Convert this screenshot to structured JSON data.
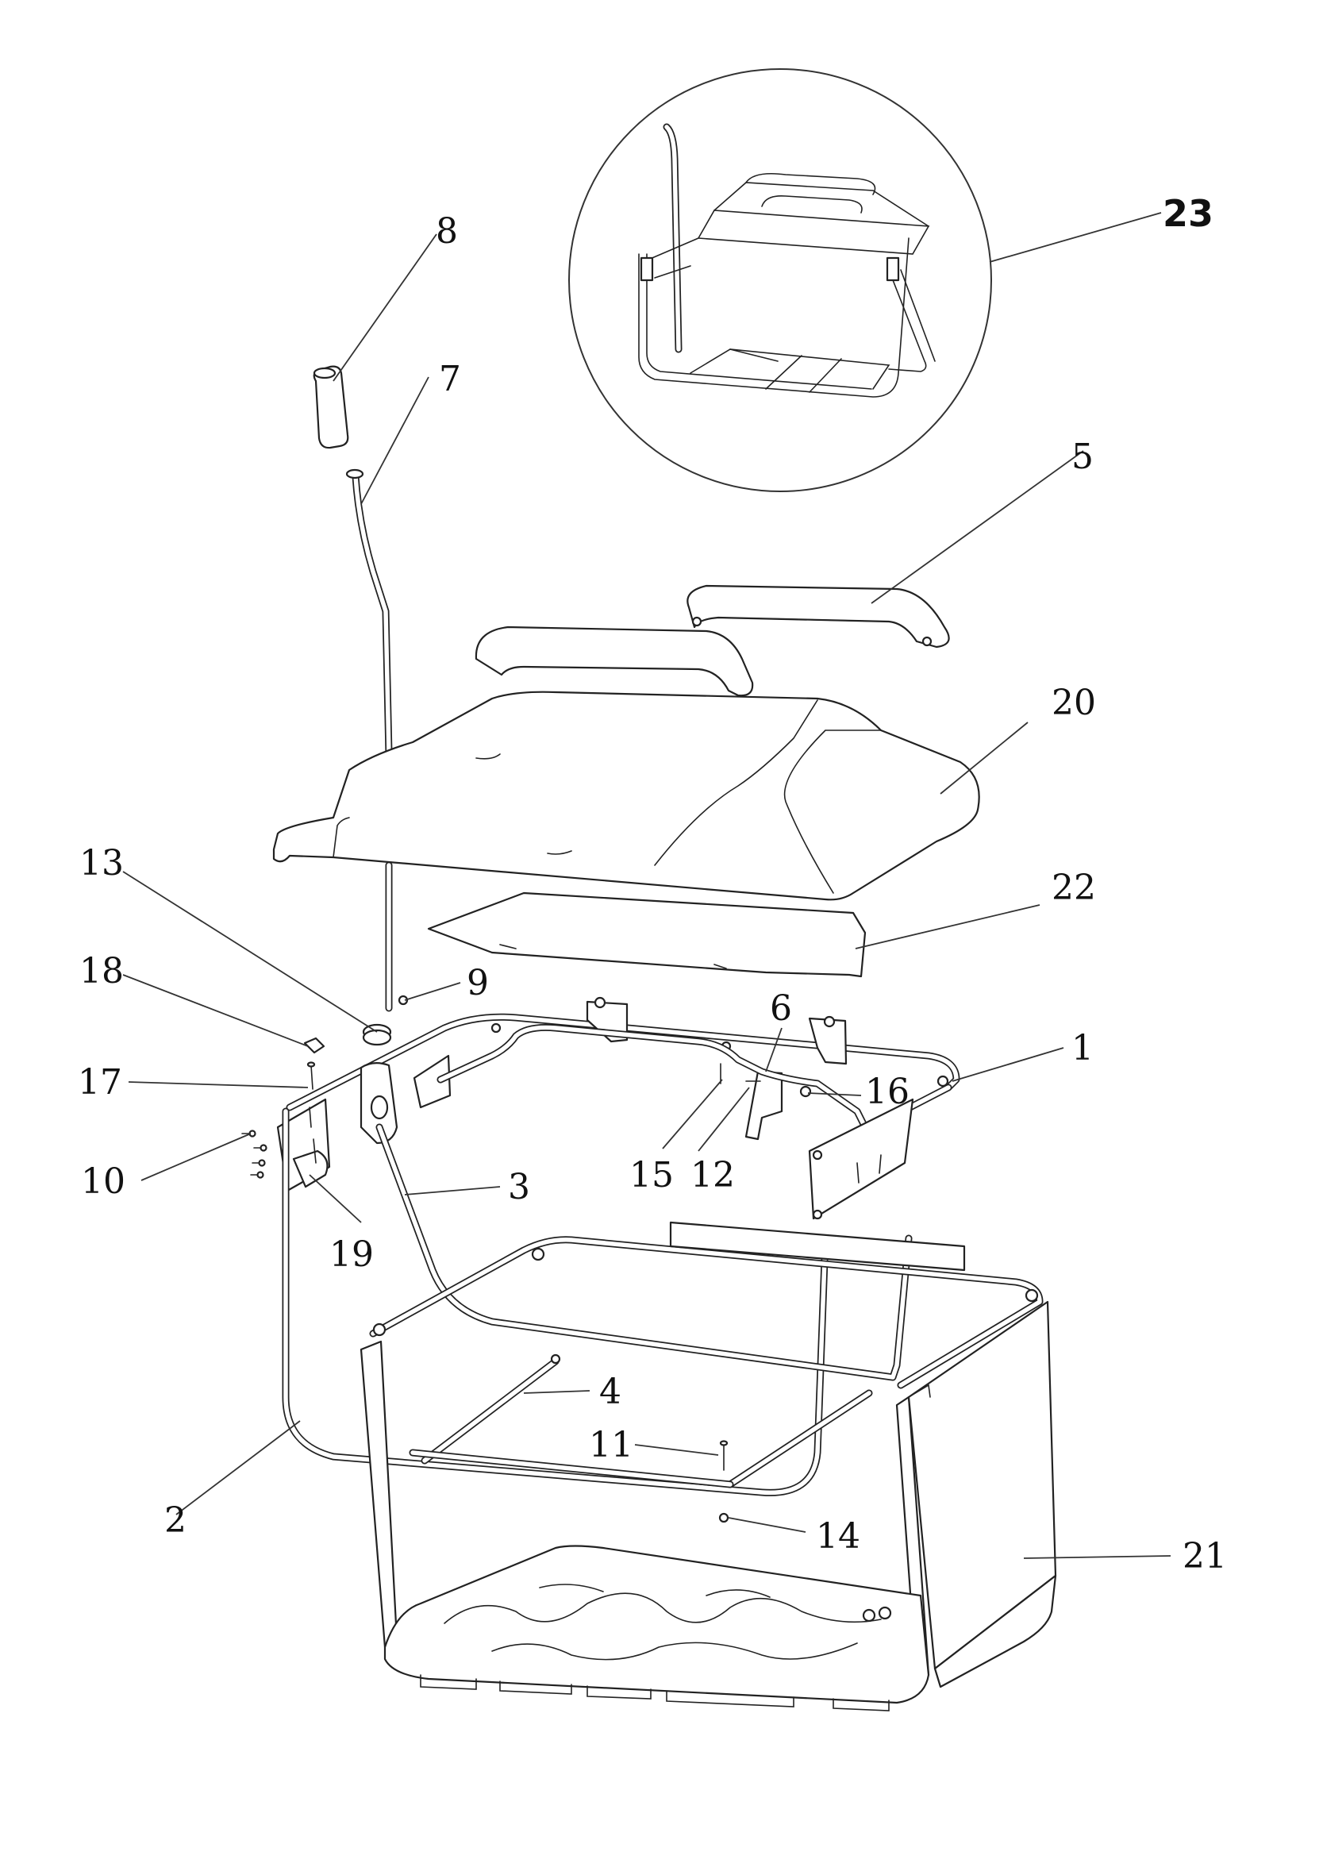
{
  "diagram": {
    "callouts": [
      {
        "id": "c1",
        "label": "1"
      },
      {
        "id": "c2",
        "label": "2"
      },
      {
        "id": "c3",
        "label": "3"
      },
      {
        "id": "c4",
        "label": "4"
      },
      {
        "id": "c5",
        "label": "5"
      },
      {
        "id": "c6",
        "label": "6"
      },
      {
        "id": "c7",
        "label": "7"
      },
      {
        "id": "c8",
        "label": "8"
      },
      {
        "id": "c9",
        "label": "9"
      },
      {
        "id": "c10",
        "label": "10"
      },
      {
        "id": "c11",
        "label": "11"
      },
      {
        "id": "c12",
        "label": "12"
      },
      {
        "id": "c13",
        "label": "13"
      },
      {
        "id": "c14",
        "label": "14"
      },
      {
        "id": "c15",
        "label": "15"
      },
      {
        "id": "c16",
        "label": "16"
      },
      {
        "id": "c17",
        "label": "17"
      },
      {
        "id": "c18",
        "label": "18"
      },
      {
        "id": "c19",
        "label": "19"
      },
      {
        "id": "c20",
        "label": "20"
      },
      {
        "id": "c21",
        "label": "21"
      },
      {
        "id": "c22",
        "label": "22"
      },
      {
        "id": "c23",
        "label": "23"
      }
    ]
  },
  "colors": {
    "line": "#222222",
    "background": "#ffffff"
  }
}
